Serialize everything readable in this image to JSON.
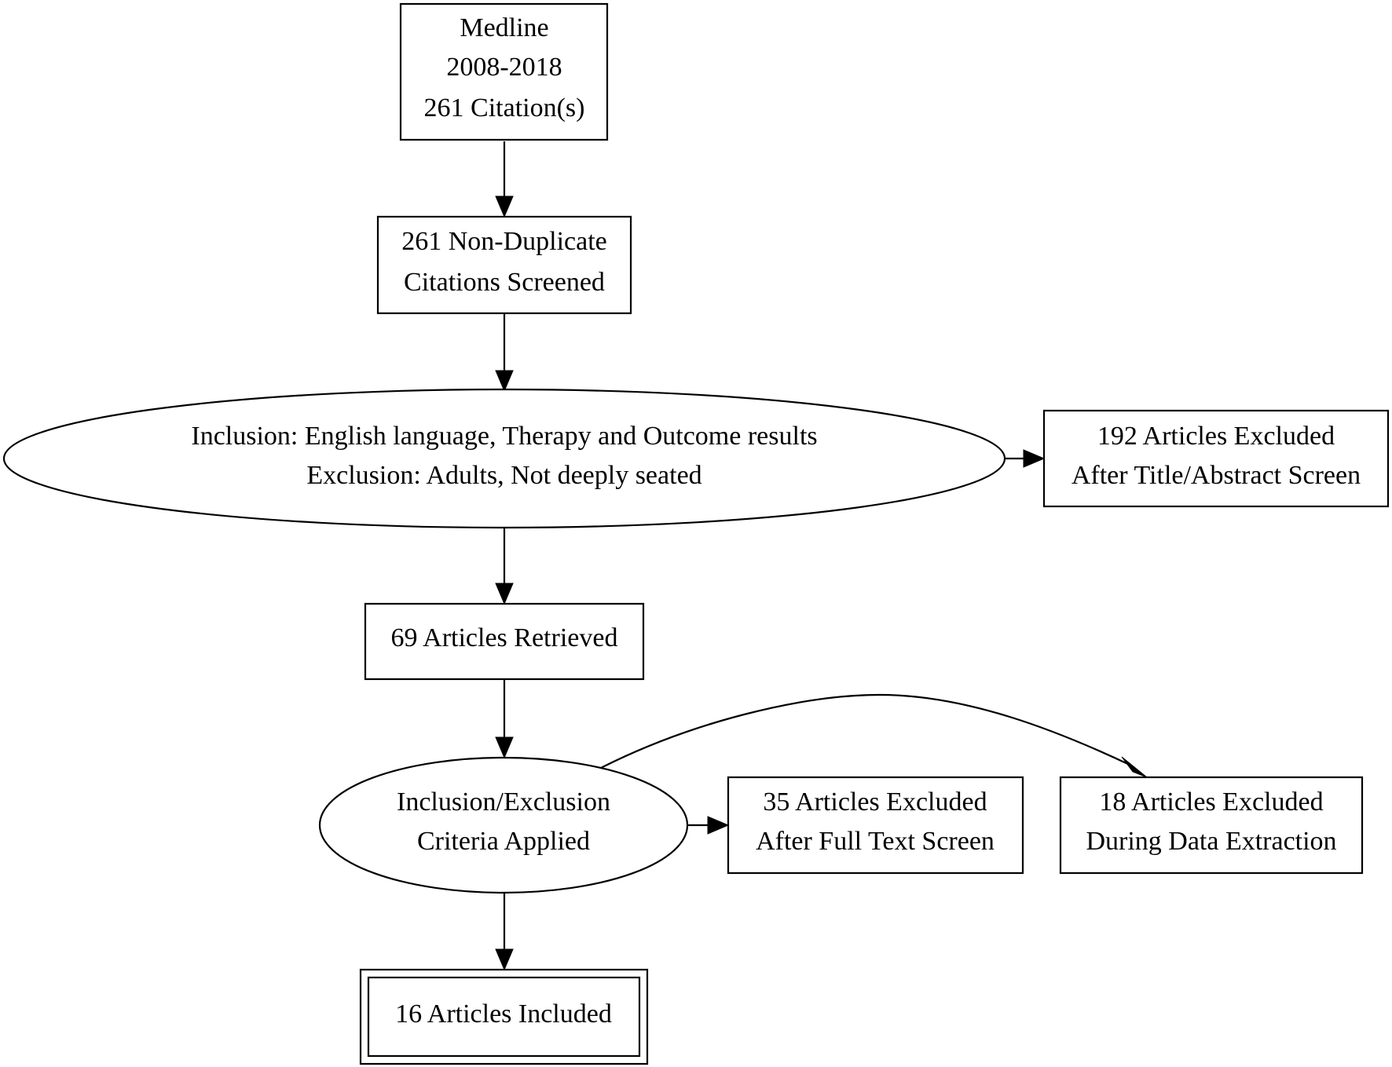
{
  "nodes": {
    "medline": {
      "lines": [
        "Medline",
        "2008-2018",
        "261 Citation(s)"
      ]
    },
    "screened": {
      "lines": [
        "261 Non-Duplicate",
        "Citations Screened"
      ]
    },
    "criteria_title_abstract": {
      "lines": [
        "Inclusion: English language, Therapy and Outcome results",
        "Exclusion: Adults, Not deeply seated"
      ]
    },
    "excluded_title_abstract": {
      "lines": [
        "192 Articles Excluded",
        "After Title/Abstract Screen"
      ]
    },
    "retrieved": {
      "lines": [
        "69 Articles Retrieved"
      ]
    },
    "criteria_applied": {
      "lines": [
        "Inclusion/Exclusion",
        "Criteria Applied"
      ]
    },
    "excluded_full_text": {
      "lines": [
        "35 Articles Excluded",
        "After Full Text Screen"
      ]
    },
    "excluded_data_extraction": {
      "lines": [
        "18 Articles Excluded",
        "During Data Extraction"
      ]
    },
    "included": {
      "lines": [
        "16 Articles Included"
      ]
    }
  },
  "edges": [
    {
      "from": "medline",
      "to": "screened"
    },
    {
      "from": "screened",
      "to": "criteria_title_abstract"
    },
    {
      "from": "criteria_title_abstract",
      "to": "excluded_title_abstract"
    },
    {
      "from": "criteria_title_abstract",
      "to": "retrieved"
    },
    {
      "from": "retrieved",
      "to": "criteria_applied"
    },
    {
      "from": "criteria_applied",
      "to": "excluded_full_text"
    },
    {
      "from": "criteria_applied",
      "to": "excluded_data_extraction"
    },
    {
      "from": "criteria_applied",
      "to": "included"
    }
  ]
}
